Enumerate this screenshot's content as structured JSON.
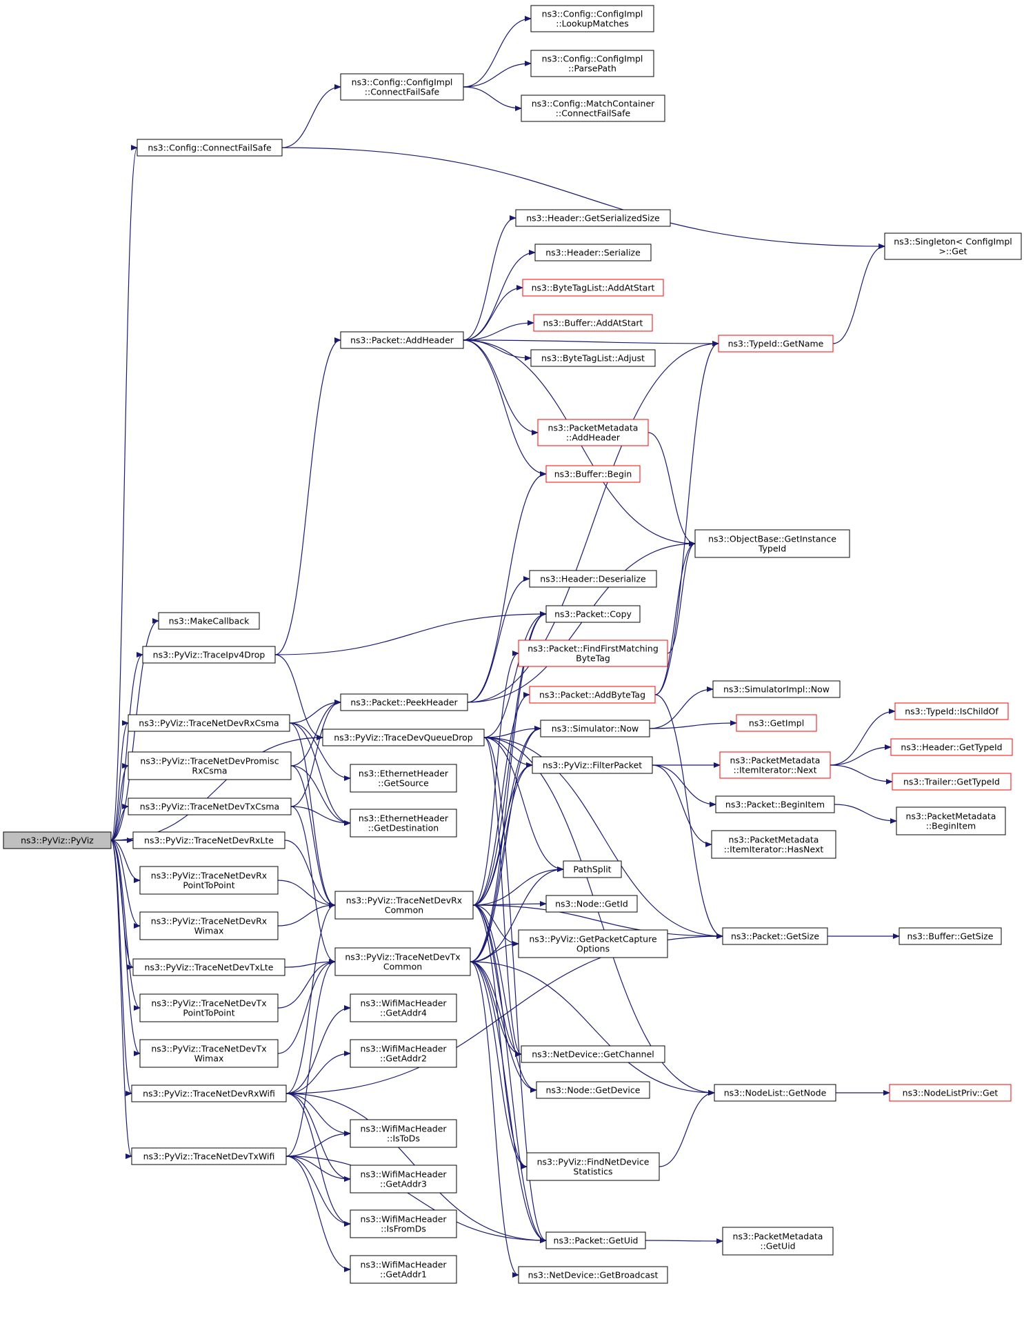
{
  "diagram": {
    "nodes": [
      {
        "id": "root",
        "lines": [
          "ns3::PyViz::PyViz"
        ]
      },
      {
        "id": "cfg_lookup",
        "lines": [
          "ns3::Config::ConfigImpl",
          "::LookupMatches"
        ]
      },
      {
        "id": "cfg_parse",
        "lines": [
          "ns3::Config::ConfigImpl",
          "::ParsePath"
        ]
      },
      {
        "id": "cfg_impl_cfs",
        "lines": [
          "ns3::Config::ConfigImpl",
          "::ConnectFailSafe"
        ]
      },
      {
        "id": "match_cfs",
        "lines": [
          "ns3::Config::MatchContainer",
          "::ConnectFailSafe"
        ]
      },
      {
        "id": "cfg_cfs",
        "lines": [
          "ns3::Config::ConnectFailSafe"
        ]
      },
      {
        "id": "singleton",
        "lines": [
          "ns3::Singleton< ConfigImpl",
          ">::Get"
        ]
      },
      {
        "id": "hdr_size",
        "lines": [
          "ns3::Header::GetSerializedSize"
        ]
      },
      {
        "id": "hdr_ser",
        "lines": [
          "ns3::Header::Serialize"
        ]
      },
      {
        "id": "btl_add",
        "lines": [
          "ns3::ByteTagList::AddAtStart"
        ]
      },
      {
        "id": "buf_add",
        "lines": [
          "ns3::Buffer::AddAtStart"
        ]
      },
      {
        "id": "pkt_addhdr",
        "lines": [
          "ns3::Packet::AddHeader"
        ]
      },
      {
        "id": "typeid_name",
        "lines": [
          "ns3::TypeId::GetName"
        ]
      },
      {
        "id": "btl_adj",
        "lines": [
          "ns3::ByteTagList::Adjust"
        ]
      },
      {
        "id": "pm_addhdr",
        "lines": [
          "ns3::PacketMetadata",
          "::AddHeader"
        ]
      },
      {
        "id": "buf_begin",
        "lines": [
          "ns3::Buffer::Begin"
        ]
      },
      {
        "id": "objbase",
        "lines": [
          "ns3::ObjectBase::GetInstance",
          "TypeId"
        ]
      },
      {
        "id": "hdr_deser",
        "lines": [
          "ns3::Header::Deserialize"
        ]
      },
      {
        "id": "makecb",
        "lines": [
          "ns3::MakeCallback"
        ]
      },
      {
        "id": "pkt_copy",
        "lines": [
          "ns3::Packet::Copy"
        ]
      },
      {
        "id": "trace_ipv4",
        "lines": [
          "ns3::PyViz::TraceIpv4Drop"
        ]
      },
      {
        "id": "pkt_ffm",
        "lines": [
          "ns3::Packet::FindFirstMatching",
          "ByteTag"
        ]
      },
      {
        "id": "pkt_abt",
        "lines": [
          "ns3::Packet::AddByteTag"
        ]
      },
      {
        "id": "pkt_peek",
        "lines": [
          "ns3::Packet::PeekHeader"
        ]
      },
      {
        "id": "simimpl_now",
        "lines": [
          "ns3::SimulatorImpl::Now"
        ]
      },
      {
        "id": "rx_csma",
        "lines": [
          "ns3::PyViz::TraceNetDevRxCsma"
        ]
      },
      {
        "id": "sim_now",
        "lines": [
          "ns3::Simulator::Now"
        ]
      },
      {
        "id": "getimpl",
        "lines": [
          "ns3::GetImpl"
        ]
      },
      {
        "id": "devq_drop",
        "lines": [
          "ns3::PyViz::TraceDevQueueDrop"
        ]
      },
      {
        "id": "tid_child",
        "lines": [
          "ns3::TypeId::IsChildOf"
        ]
      },
      {
        "id": "rx_promisc",
        "lines": [
          "ns3::PyViz::TraceNetDevPromisc",
          "RxCsma"
        ]
      },
      {
        "id": "filter_pkt",
        "lines": [
          "ns3::PyViz::FilterPacket"
        ]
      },
      {
        "id": "pm_next",
        "lines": [
          "ns3::PacketMetadata",
          "::ItemIterator::Next"
        ]
      },
      {
        "id": "hdr_typeid",
        "lines": [
          "ns3::Header::GetTypeId"
        ]
      },
      {
        "id": "eth_src",
        "lines": [
          "ns3::EthernetHeader",
          "::GetSource"
        ]
      },
      {
        "id": "trl_typeid",
        "lines": [
          "ns3::Trailer::GetTypeId"
        ]
      },
      {
        "id": "tx_csma",
        "lines": [
          "ns3::PyViz::TraceNetDevTxCsma"
        ]
      },
      {
        "id": "pkt_beginitem",
        "lines": [
          "ns3::Packet::BeginItem"
        ]
      },
      {
        "id": "eth_dst",
        "lines": [
          "ns3::EthernetHeader",
          "::GetDestination"
        ]
      },
      {
        "id": "pm_beginitem",
        "lines": [
          "ns3::PacketMetadata",
          "::BeginItem"
        ]
      },
      {
        "id": "pm_hasnext",
        "lines": [
          "ns3::PacketMetadata",
          "::ItemIterator::HasNext"
        ]
      },
      {
        "id": "rx_lte",
        "lines": [
          "ns3::PyViz::TraceNetDevRxLte"
        ]
      },
      {
        "id": "pathsplit",
        "lines": [
          "PathSplit"
        ]
      },
      {
        "id": "rx_p2p",
        "lines": [
          "ns3::PyViz::TraceNetDevRx",
          "PointToPoint"
        ]
      },
      {
        "id": "rx_common",
        "lines": [
          "ns3::PyViz::TraceNetDevRx",
          "Common"
        ]
      },
      {
        "id": "node_getid",
        "lines": [
          "ns3::Node::GetId"
        ]
      },
      {
        "id": "rx_wimax",
        "lines": [
          "ns3::PyViz::TraceNetDevRx",
          "Wimax"
        ]
      },
      {
        "id": "pkt_size",
        "lines": [
          "ns3::Packet::GetSize"
        ]
      },
      {
        "id": "buf_size",
        "lines": [
          "ns3::Buffer::GetSize"
        ]
      },
      {
        "id": "getcap",
        "lines": [
          "ns3::PyViz::GetPacketCapture",
          "Options"
        ]
      },
      {
        "id": "tx_common",
        "lines": [
          "ns3::PyViz::TraceNetDevTx",
          "Common"
        ]
      },
      {
        "id": "tx_lte",
        "lines": [
          "ns3::PyViz::TraceNetDevTxLte"
        ]
      },
      {
        "id": "wifi_a4",
        "lines": [
          "ns3::WifiMacHeader",
          "::GetAddr4"
        ]
      },
      {
        "id": "tx_p2p",
        "lines": [
          "ns3::PyViz::TraceNetDevTx",
          "PointToPoint"
        ]
      },
      {
        "id": "wifi_a2",
        "lines": [
          "ns3::WifiMacHeader",
          "::GetAddr2"
        ]
      },
      {
        "id": "nd_chan",
        "lines": [
          "ns3::NetDevice::GetChannel"
        ]
      },
      {
        "id": "tx_wimax",
        "lines": [
          "ns3::PyViz::TraceNetDevTx",
          "Wimax"
        ]
      },
      {
        "id": "node_dev",
        "lines": [
          "ns3::Node::GetDevice"
        ]
      },
      {
        "id": "rx_wifi",
        "lines": [
          "ns3::PyViz::TraceNetDevRxWifi"
        ]
      },
      {
        "id": "nl_getnode",
        "lines": [
          "ns3::NodeList::GetNode"
        ]
      },
      {
        "id": "nlp_get",
        "lines": [
          "ns3::NodeListPriv::Get"
        ]
      },
      {
        "id": "wifi_tods",
        "lines": [
          "ns3::WifiMacHeader",
          "::IsToDs"
        ]
      },
      {
        "id": "find_stats",
        "lines": [
          "ns3::PyViz::FindNetDevice",
          "Statistics"
        ]
      },
      {
        "id": "tx_wifi",
        "lines": [
          "ns3::PyViz::TraceNetDevTxWifi"
        ]
      },
      {
        "id": "wifi_a3",
        "lines": [
          "ns3::WifiMacHeader",
          "::GetAddr3"
        ]
      },
      {
        "id": "wifi_fromds",
        "lines": [
          "ns3::WifiMacHeader",
          "::IsFromDs"
        ]
      },
      {
        "id": "pkt_uid",
        "lines": [
          "ns3::Packet::GetUid"
        ]
      },
      {
        "id": "pm_uid",
        "lines": [
          "ns3::PacketMetadata",
          "::GetUid"
        ]
      },
      {
        "id": "wifi_a1",
        "lines": [
          "ns3::WifiMacHeader",
          "::GetAddr1"
        ]
      },
      {
        "id": "nd_bcast",
        "lines": [
          "ns3::NetDevice::GetBroadcast"
        ]
      }
    ],
    "edges": [
      [
        "root",
        "cfg_cfs"
      ],
      [
        "root",
        "makecb"
      ],
      [
        "root",
        "trace_ipv4"
      ],
      [
        "root",
        "devq_drop"
      ],
      [
        "root",
        "rx_csma"
      ],
      [
        "root",
        "rx_promisc"
      ],
      [
        "root",
        "tx_csma"
      ],
      [
        "root",
        "rx_lte"
      ],
      [
        "root",
        "rx_p2p"
      ],
      [
        "root",
        "rx_wimax"
      ],
      [
        "root",
        "tx_lte"
      ],
      [
        "root",
        "tx_p2p"
      ],
      [
        "root",
        "tx_wimax"
      ],
      [
        "root",
        "rx_wifi"
      ],
      [
        "root",
        "tx_wifi"
      ],
      [
        "cfg_cfs",
        "cfg_impl_cfs"
      ],
      [
        "cfg_cfs",
        "singleton"
      ],
      [
        "cfg_impl_cfs",
        "cfg_lookup"
      ],
      [
        "cfg_impl_cfs",
        "cfg_parse"
      ],
      [
        "cfg_impl_cfs",
        "match_cfs"
      ],
      [
        "typeid_name",
        "singleton"
      ],
      [
        "pkt_addhdr",
        "hdr_size"
      ],
      [
        "pkt_addhdr",
        "hdr_ser"
      ],
      [
        "pkt_addhdr",
        "btl_add"
      ],
      [
        "pkt_addhdr",
        "buf_add"
      ],
      [
        "pkt_addhdr",
        "btl_adj"
      ],
      [
        "pkt_addhdr",
        "typeid_name"
      ],
      [
        "pkt_addhdr",
        "pm_addhdr"
      ],
      [
        "pkt_addhdr",
        "buf_begin"
      ],
      [
        "pkt_addhdr",
        "objbase"
      ],
      [
        "pm_addhdr",
        "objbase"
      ],
      [
        "trace_ipv4",
        "pkt_addhdr"
      ],
      [
        "trace_ipv4",
        "pkt_copy"
      ],
      [
        "trace_ipv4",
        "devq_drop"
      ],
      [
        "pkt_peek",
        "buf_begin"
      ],
      [
        "pkt_peek",
        "hdr_deser"
      ],
      [
        "pkt_peek",
        "objbase"
      ],
      [
        "pkt_peek",
        "typeid_name"
      ],
      [
        "pkt_ffm",
        "objbase"
      ],
      [
        "pkt_abt",
        "objbase"
      ],
      [
        "pkt_abt",
        "typeid_name"
      ],
      [
        "pkt_abt",
        "pkt_size"
      ],
      [
        "rx_csma",
        "pkt_peek"
      ],
      [
        "rx_csma",
        "eth_src"
      ],
      [
        "rx_csma",
        "eth_dst"
      ],
      [
        "rx_csma",
        "rx_common"
      ],
      [
        "rx_promisc",
        "pkt_peek"
      ],
      [
        "rx_promisc",
        "eth_dst"
      ],
      [
        "rx_promisc",
        "rx_common"
      ],
      [
        "tx_csma",
        "pkt_peek"
      ],
      [
        "tx_csma",
        "eth_dst"
      ],
      [
        "tx_csma",
        "tx_common"
      ],
      [
        "devq_drop",
        "pkt_copy"
      ],
      [
        "devq_drop",
        "sim_now"
      ],
      [
        "devq_drop",
        "filter_pkt"
      ],
      [
        "devq_drop",
        "pathsplit"
      ],
      [
        "devq_drop",
        "pkt_size"
      ],
      [
        "devq_drop",
        "nl_getnode"
      ],
      [
        "devq_drop",
        "nd_chan"
      ],
      [
        "devq_drop",
        "pkt_uid"
      ],
      [
        "sim_now",
        "simimpl_now"
      ],
      [
        "sim_now",
        "getimpl"
      ],
      [
        "filter_pkt",
        "pm_next"
      ],
      [
        "filter_pkt",
        "pkt_beginitem"
      ],
      [
        "filter_pkt",
        "pm_hasnext"
      ],
      [
        "pm_next",
        "tid_child"
      ],
      [
        "pm_next",
        "hdr_typeid"
      ],
      [
        "pm_next",
        "trl_typeid"
      ],
      [
        "pkt_beginitem",
        "pm_beginitem"
      ],
      [
        "rx_lte",
        "rx_common"
      ],
      [
        "rx_p2p",
        "rx_common"
      ],
      [
        "rx_wimax",
        "rx_common"
      ],
      [
        "tx_lte",
        "tx_common"
      ],
      [
        "tx_p2p",
        "tx_common"
      ],
      [
        "tx_wimax",
        "tx_common"
      ],
      [
        "rx_common",
        "pkt_copy"
      ],
      [
        "rx_common",
        "pkt_ffm"
      ],
      [
        "rx_common",
        "pkt_abt"
      ],
      [
        "rx_common",
        "sim_now"
      ],
      [
        "rx_common",
        "filter_pkt"
      ],
      [
        "rx_common",
        "pathsplit"
      ],
      [
        "rx_common",
        "node_getid"
      ],
      [
        "rx_common",
        "getcap"
      ],
      [
        "rx_common",
        "pkt_size"
      ],
      [
        "rx_common",
        "nd_chan"
      ],
      [
        "rx_common",
        "node_dev"
      ],
      [
        "rx_common",
        "find_stats"
      ],
      [
        "rx_common",
        "pkt_uid"
      ],
      [
        "tx_common",
        "pkt_copy"
      ],
      [
        "tx_common",
        "sim_now"
      ],
      [
        "tx_common",
        "filter_pkt"
      ],
      [
        "tx_common",
        "pathsplit"
      ],
      [
        "tx_common",
        "getcap"
      ],
      [
        "tx_common",
        "nd_chan"
      ],
      [
        "tx_common",
        "node_dev"
      ],
      [
        "tx_common",
        "nl_getnode"
      ],
      [
        "tx_common",
        "find_stats"
      ],
      [
        "tx_common",
        "pkt_uid"
      ],
      [
        "tx_common",
        "nd_bcast"
      ],
      [
        "find_stats",
        "nl_getnode"
      ],
      [
        "nl_getnode",
        "nlp_get"
      ],
      [
        "pkt_size",
        "buf_size"
      ],
      [
        "pkt_uid",
        "pm_uid"
      ],
      [
        "rx_wifi",
        "wifi_a4"
      ],
      [
        "rx_wifi",
        "wifi_a2"
      ],
      [
        "rx_wifi",
        "wifi_tods"
      ],
      [
        "rx_wifi",
        "wifi_a3"
      ],
      [
        "rx_wifi",
        "wifi_fromds"
      ],
      [
        "rx_wifi",
        "rx_common"
      ],
      [
        "rx_wifi",
        "pkt_uid"
      ],
      [
        "rx_wifi",
        "pkt_size"
      ],
      [
        "tx_wifi",
        "wifi_tods"
      ],
      [
        "tx_wifi",
        "wifi_a3"
      ],
      [
        "tx_wifi",
        "wifi_fromds"
      ],
      [
        "tx_wifi",
        "wifi_a1"
      ],
      [
        "tx_wifi",
        "tx_common"
      ],
      [
        "tx_wifi",
        "pkt_uid"
      ]
    ]
  }
}
